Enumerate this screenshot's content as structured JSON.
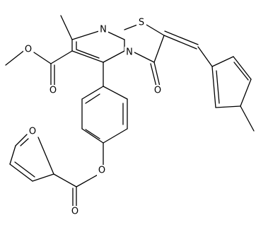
{
  "atoms": {
    "n_ring_top": "N",
    "s_thiazole": "S",
    "n_bridge": "N",
    "o_carbonyl_thiazolone": "O",
    "o_ester_methoxy": "O",
    "o_ester_carbonyl": "O",
    "o_phenoxy": "O",
    "o_furoate_carbonyl": "O",
    "o_furan": "O"
  }
}
